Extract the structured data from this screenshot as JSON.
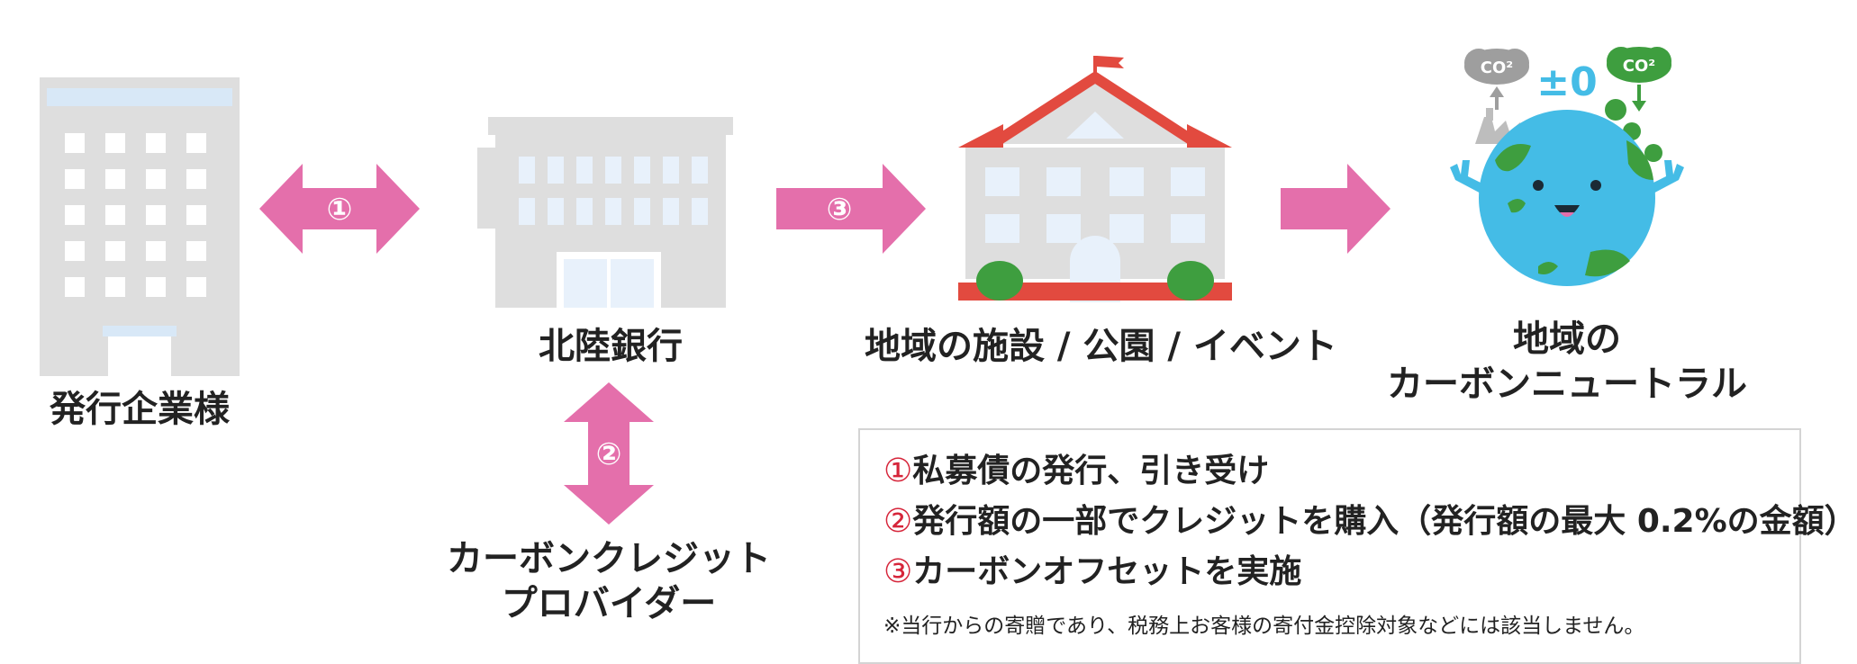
{
  "nodes": {
    "issuer": {
      "label": "発行企業様"
    },
    "bank": {
      "label": "北陸銀行"
    },
    "provider": {
      "label_line1": "カーボンクレジット",
      "label_line2": "プロバイダー"
    },
    "facilities": {
      "label": "地域の施設 / 公園 / イベント"
    },
    "neutral": {
      "label_line1": "地域の",
      "label_line2": "カーボンニュートラル"
    }
  },
  "arrows": [
    {
      "id": "arrow-1",
      "num": "①"
    },
    {
      "id": "arrow-2",
      "num": "②"
    },
    {
      "id": "arrow-3",
      "num": "③"
    }
  ],
  "earth": {
    "co2_left": "CO²",
    "co2_right": "CO²",
    "balance": "±0"
  },
  "legend": {
    "items": [
      {
        "num": "①",
        "text": "私募債の発行、引き受け"
      },
      {
        "num": "②",
        "text": "発行額の一部でクレジットを購入（発行額の最大 0.2%の金額）"
      },
      {
        "num": "③",
        "text": "カーボンオフセットを実施"
      }
    ],
    "note": "※当行からの寄贈であり、税務上お客様の寄付金控除対象などには該当しません。"
  },
  "colors": {
    "arrow": "#e46fab",
    "building": "#dedede",
    "window": "#ffffff",
    "roof": "#e24a3f",
    "earth": "#44bce6",
    "land": "#3e9e3f",
    "accent_red": "#d6253a"
  }
}
